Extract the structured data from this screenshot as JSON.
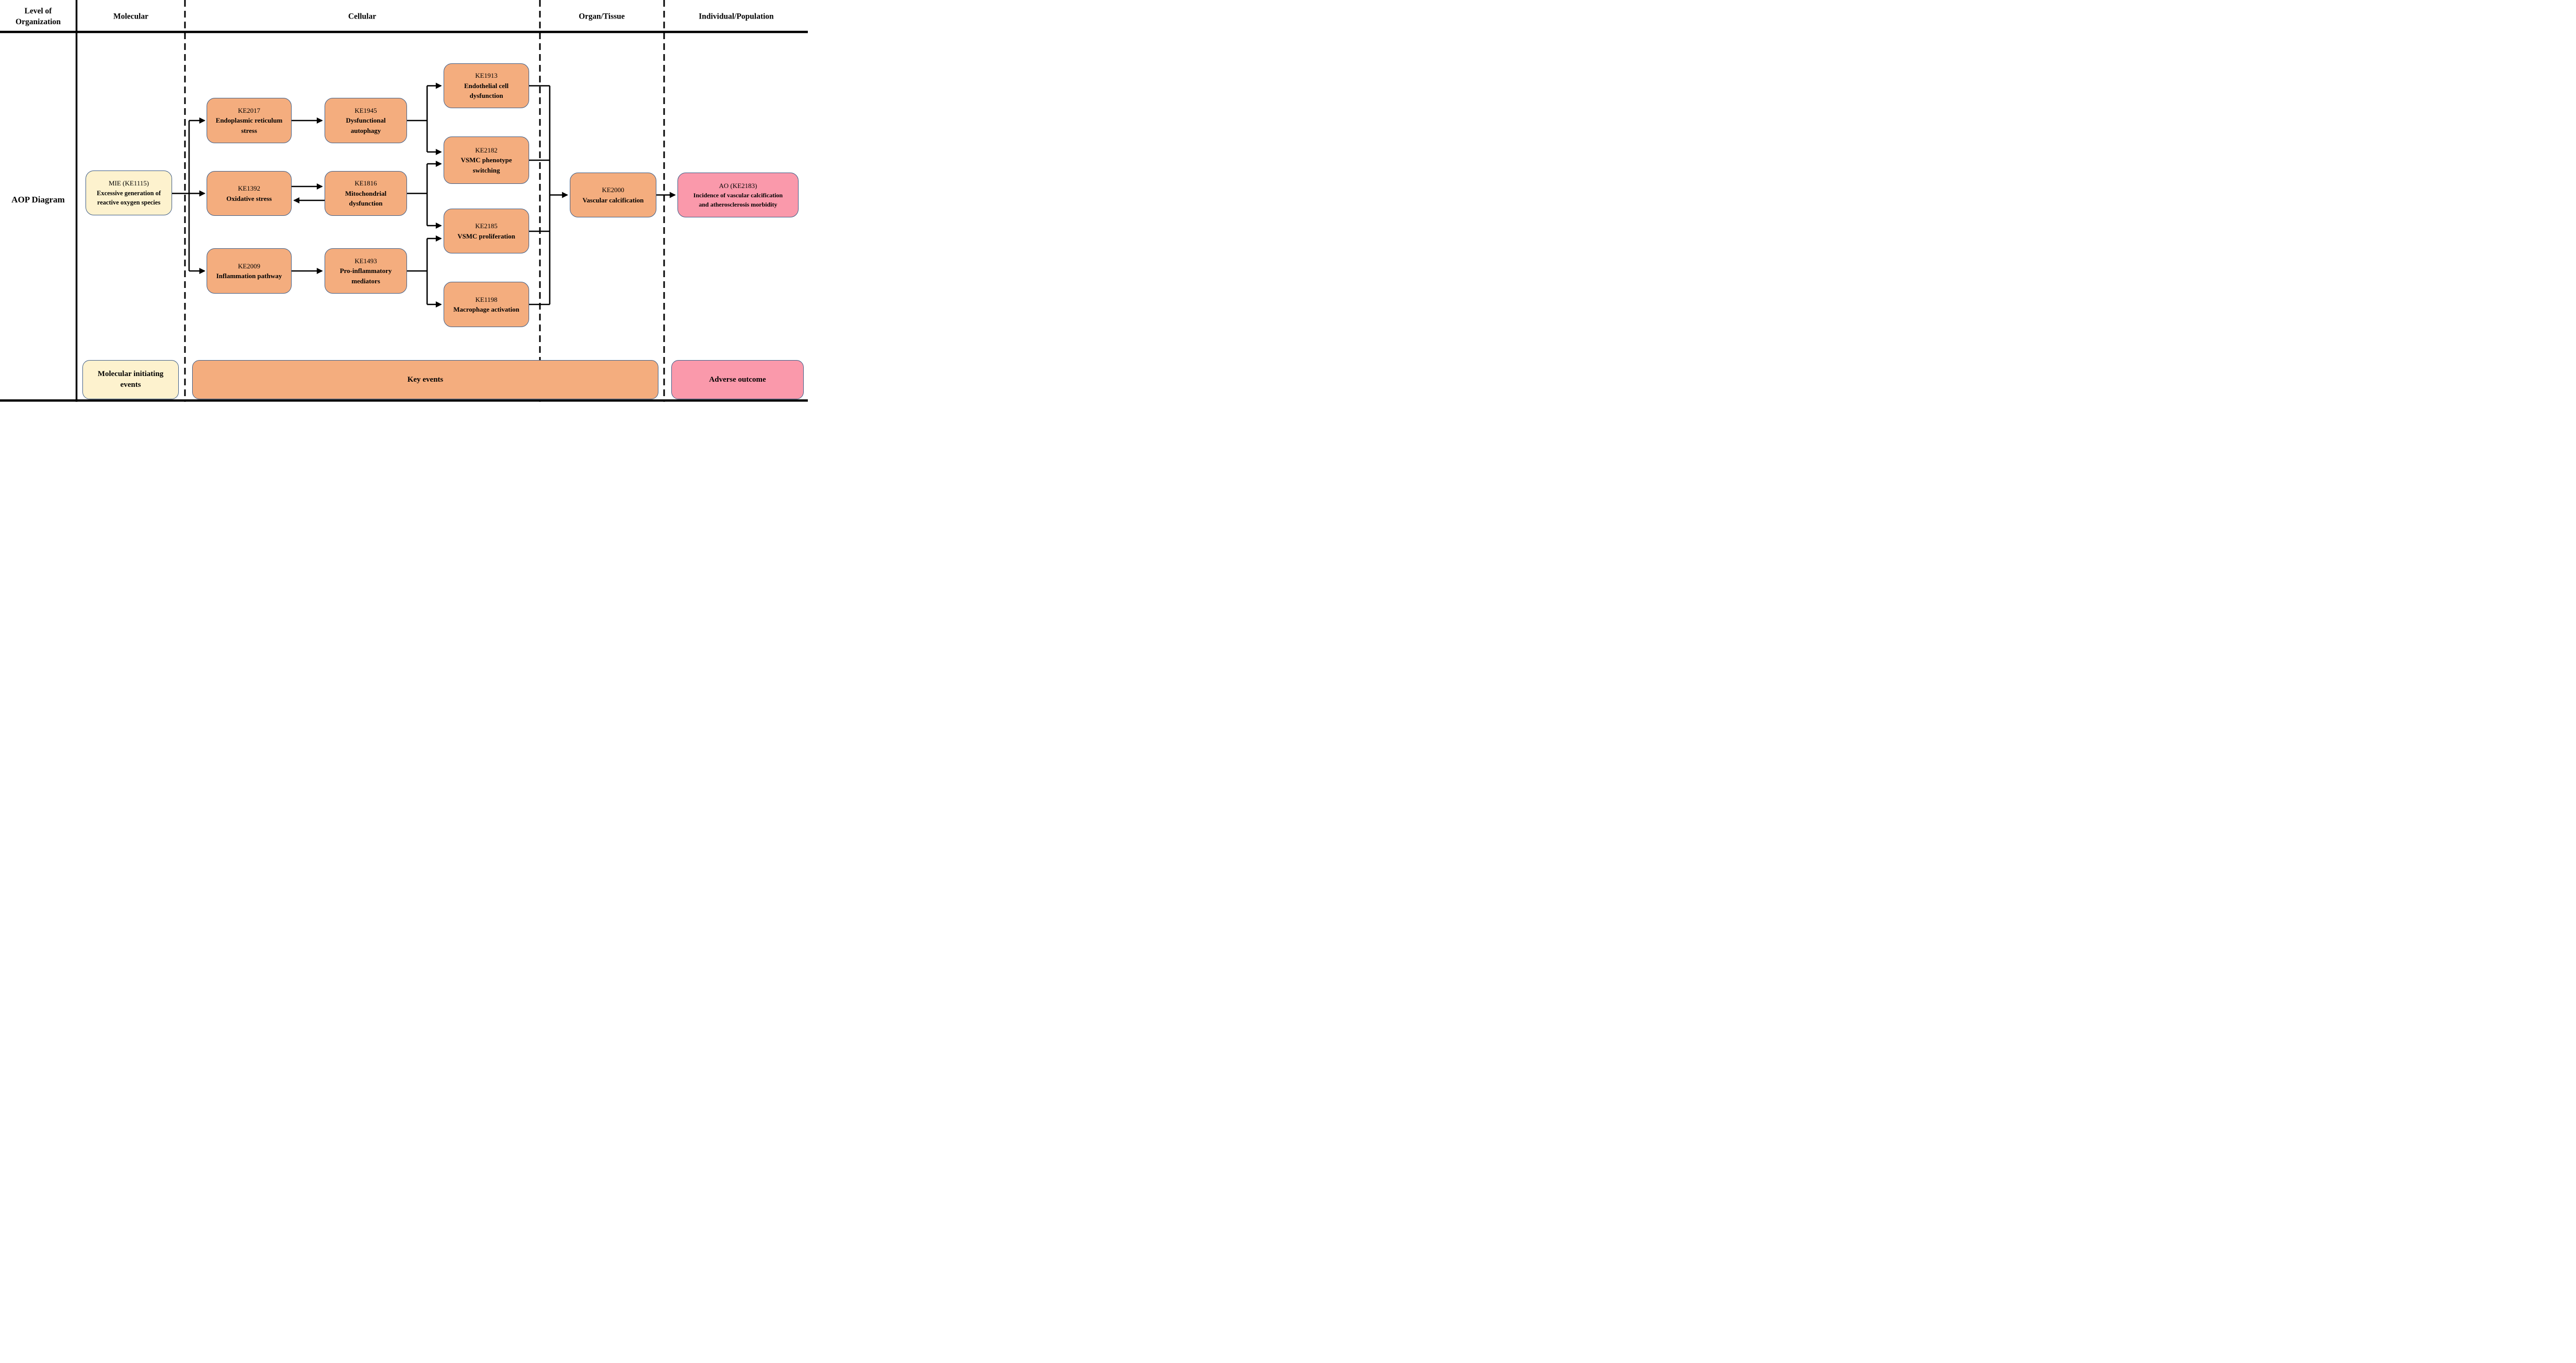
{
  "diagram_row_label": "AOP Diagram",
  "header": {
    "row_label": "Level of\nOrganization",
    "columns": [
      "Molecular",
      "Cellular",
      "Organ/Tissue",
      "Individual/Population"
    ]
  },
  "nodes": {
    "mie": {
      "code": "MIE (KE1115)",
      "label": "Excessive generation of\nreactive oxygen species"
    },
    "ke2017": {
      "code": "KE2017",
      "label": "Endoplasmic reticulum\nstress"
    },
    "ke1945": {
      "code": "KE1945",
      "label": "Dysfunctional\nautophagy"
    },
    "ke1913": {
      "code": "KE1913",
      "label": "Endothelial cell\ndysfunction"
    },
    "ke2182": {
      "code": "KE2182",
      "label": "VSMC phenotype\nswitching"
    },
    "ke1392": {
      "code": "KE1392",
      "label": "Oxidative stress"
    },
    "ke1816": {
      "code": "KE1816",
      "label": "Mitochondrial\ndysfunction"
    },
    "ke2009": {
      "code": "KE2009",
      "label": "Inflammation pathway"
    },
    "ke1493": {
      "code": "KE1493",
      "label": "Pro-inflammatory\nmediators"
    },
    "ke2185": {
      "code": "KE2185",
      "label": "VSMC proliferation"
    },
    "ke1198": {
      "code": "KE1198",
      "label": "Macrophage activation"
    },
    "ke2000": {
      "code": "KE2000",
      "label": "Vascular calcification"
    },
    "ao": {
      "code": "AO (KE2183)",
      "label": "Incidence of vascular calcification\nand atherosclerosis morbidity"
    }
  },
  "edges": [
    {
      "from": "mie",
      "to": "ke2017"
    },
    {
      "from": "mie",
      "to": "ke1392"
    },
    {
      "from": "mie",
      "to": "ke2009"
    },
    {
      "from": "ke2017",
      "to": "ke1945"
    },
    {
      "from": "ke1392",
      "to": "ke1816",
      "bidirectional": true
    },
    {
      "from": "ke2009",
      "to": "ke1493"
    },
    {
      "from": "ke1945",
      "to": "ke1913"
    },
    {
      "from": "ke1945",
      "to": "ke2182"
    },
    {
      "from": "ke1816",
      "to": "ke2182"
    },
    {
      "from": "ke1816",
      "to": "ke2185"
    },
    {
      "from": "ke1493",
      "to": "ke2185"
    },
    {
      "from": "ke1493",
      "to": "ke1198"
    },
    {
      "from": "ke1913",
      "to": "ke2000"
    },
    {
      "from": "ke2182",
      "to": "ke2000"
    },
    {
      "from": "ke2185",
      "to": "ke2000"
    },
    {
      "from": "ke1198",
      "to": "ke2000"
    },
    {
      "from": "ke2000",
      "to": "ao"
    }
  ],
  "legend": {
    "mie": "Molecular initiating\nevents",
    "key_events": "Key events",
    "adverse_outcome": "Adverse outcome"
  },
  "colors": {
    "mie_fill": "#FDF2CE",
    "ke_fill": "#F4AD7E",
    "ao_fill": "#FA99AB",
    "node_border": "#3E5C85",
    "line": "#000000"
  }
}
